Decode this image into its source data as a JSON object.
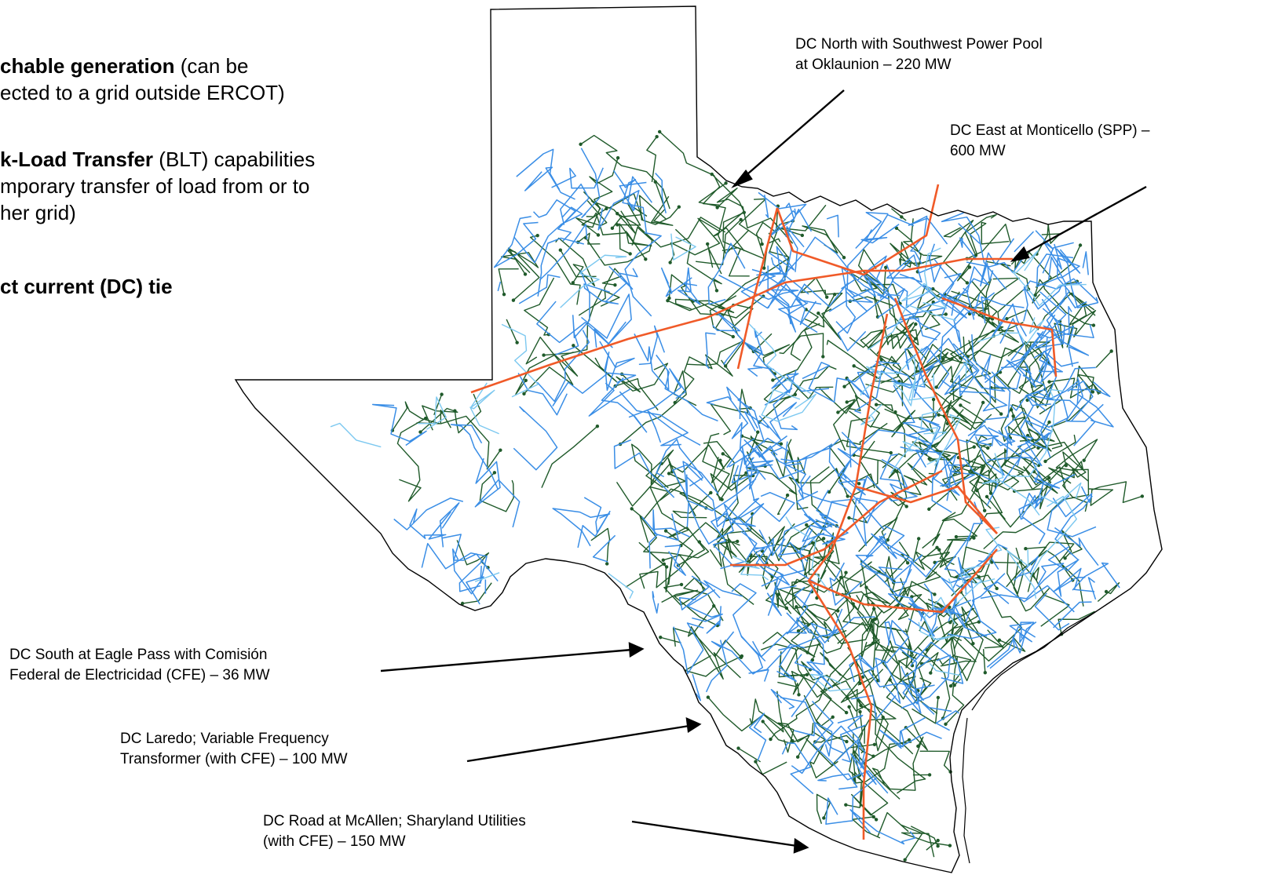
{
  "bullets": [
    {
      "bold": "chable generation",
      "line1_rest": " (can be",
      "line2": "ected to a grid outside ERCOT)"
    },
    {
      "bold": "k-Load Transfer",
      "line1_rest": " (BLT) capabilities",
      "line2": "mporary transfer of load from or to",
      "line3": "her grid)"
    },
    {
      "bold": "ct current (DC) tie",
      "line1_rest": ""
    }
  ],
  "callouts": {
    "north": {
      "line1": "DC North with Southwest Power Pool",
      "line2": "at Oklaunion – 220 MW"
    },
    "east": {
      "line1": "DC East at Monticello (SPP) –",
      "line2": "600 MW"
    },
    "eagle_pass": {
      "line1": "DC South at Eagle Pass with Comisión",
      "line2": "Federal de Electricidad (CFE) – 36 MW"
    },
    "laredo": {
      "line1": "DC Laredo; Variable Frequency",
      "line2": "Transformer (with CFE) – 100 MW"
    },
    "mcallen": {
      "line1": "DC Road at McAllen; Sharyland Utilities",
      "line2": "(with CFE) – 150 MW"
    }
  },
  "colors": {
    "outline": "#000000",
    "line_345kv": "#f05a28",
    "line_138kv": "#3a8ee6",
    "line_69kv": "#1f5a2a",
    "line_light": "#7cc8f0"
  }
}
